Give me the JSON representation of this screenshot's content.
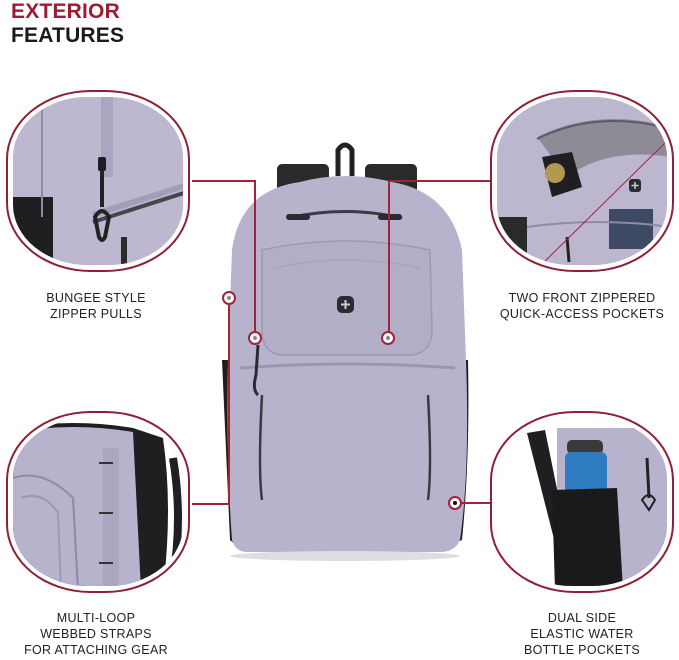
{
  "header": {
    "line1": "EXTERIOR",
    "line2": "FEATURES"
  },
  "colors": {
    "accent": "#9c1c33",
    "connector": "#a3213a",
    "bag_lavender": "#b5b0c9",
    "bag_black": "#1e1e1e",
    "text": "#222222"
  },
  "callouts": [
    {
      "position": "top-left",
      "image": "close-up of bungee zipper pulls on lavender fabric",
      "caption_lines": [
        "BUNGEE STYLE",
        "ZIPPER PULLS"
      ]
    },
    {
      "position": "top-right",
      "image": "front pocket open with sunglasses pouch and passport",
      "caption_lines": [
        "TWO FRONT ZIPPERED",
        "QUICK-ACCESS POCKETS"
      ]
    },
    {
      "position": "bottom-left",
      "image": "side view of multi-loop webbing strap",
      "caption_lines": [
        "MULTI-LOOP",
        "WEBBED STRAPS",
        "FOR ATTACHING GEAR"
      ]
    },
    {
      "position": "bottom-right",
      "image": "side mesh pocket holding blue water bottle",
      "caption_lines": [
        "DUAL SIDE",
        "ELASTIC WATER",
        "BOTTLE POCKETS"
      ]
    }
  ],
  "product": {
    "image": "lavender backpack front view with Swiss cross logo",
    "logo": "swiss-cross-icon"
  }
}
